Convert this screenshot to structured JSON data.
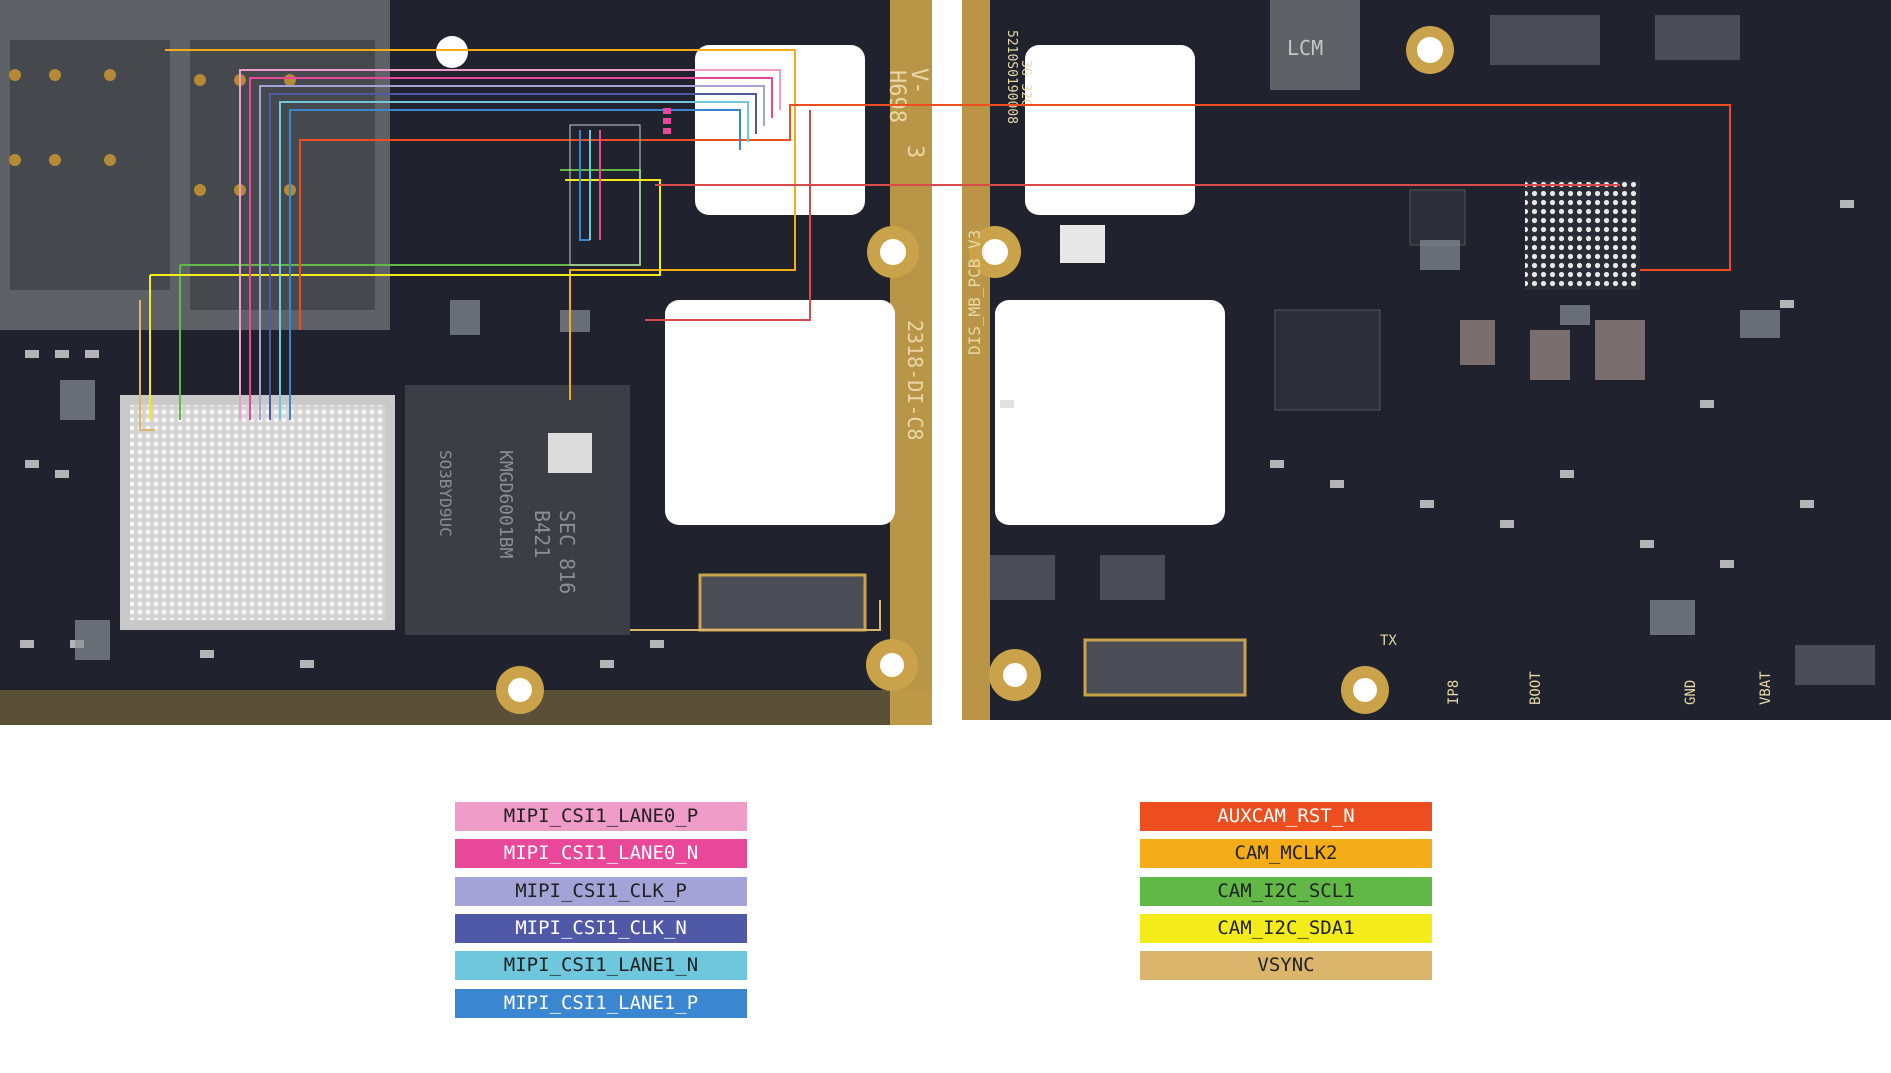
{
  "silkscreen": {
    "v_label": "V-",
    "h_code": "H698",
    "rev": "3",
    "board_id": "2318-DI-C8",
    "pcb_name": "DIS_MB_PCB_V3",
    "lcm": "LCM",
    "sec_chip": "SEC 816",
    "sec_code": "B421",
    "kmgd": "KMGD6001BM",
    "kmgd2": "SO3BYD9UC",
    "pads_right": [
      "IP8",
      "BOOT",
      "GND",
      "VBAT"
    ],
    "tx": "TX",
    "mem_mark": "5210S0190008",
    "mem_mark2": "3G 32G"
  },
  "legend_left": [
    {
      "label": "MIPI_CSI1_LANE0_P",
      "color": "#f09cc8",
      "text": "#222222"
    },
    {
      "label": "MIPI_CSI1_LANE0_N",
      "color": "#e8479a",
      "text": "#ffffff"
    },
    {
      "label": "MIPI_CSI1_CLK_P",
      "color": "#a3a3d8",
      "text": "#222222"
    },
    {
      "label": "MIPI_CSI1_CLK_N",
      "color": "#5058a8",
      "text": "#ffffff"
    },
    {
      "label": "MIPI_CSI1_LANE1_N",
      "color": "#6fc7dd",
      "text": "#222222"
    },
    {
      "label": "MIPI_CSI1_LANE1_P",
      "color": "#3a86d0",
      "text": "#ffffff"
    }
  ],
  "legend_right": [
    {
      "label": "AUXCAM_RST_N",
      "color": "#ec4e20",
      "text": "#ffffff"
    },
    {
      "label": "CAM_MCLK2",
      "color": "#f5ac19",
      "text": "#222222"
    },
    {
      "label": "CAM_I2C_SCL1",
      "color": "#61b847",
      "text": "#222222"
    },
    {
      "label": "CAM_I2C_SDA1",
      "color": "#f4ec1a",
      "text": "#222222"
    },
    {
      "label": "VSYNC",
      "color": "#dbb56c",
      "text": "#222222"
    }
  ]
}
